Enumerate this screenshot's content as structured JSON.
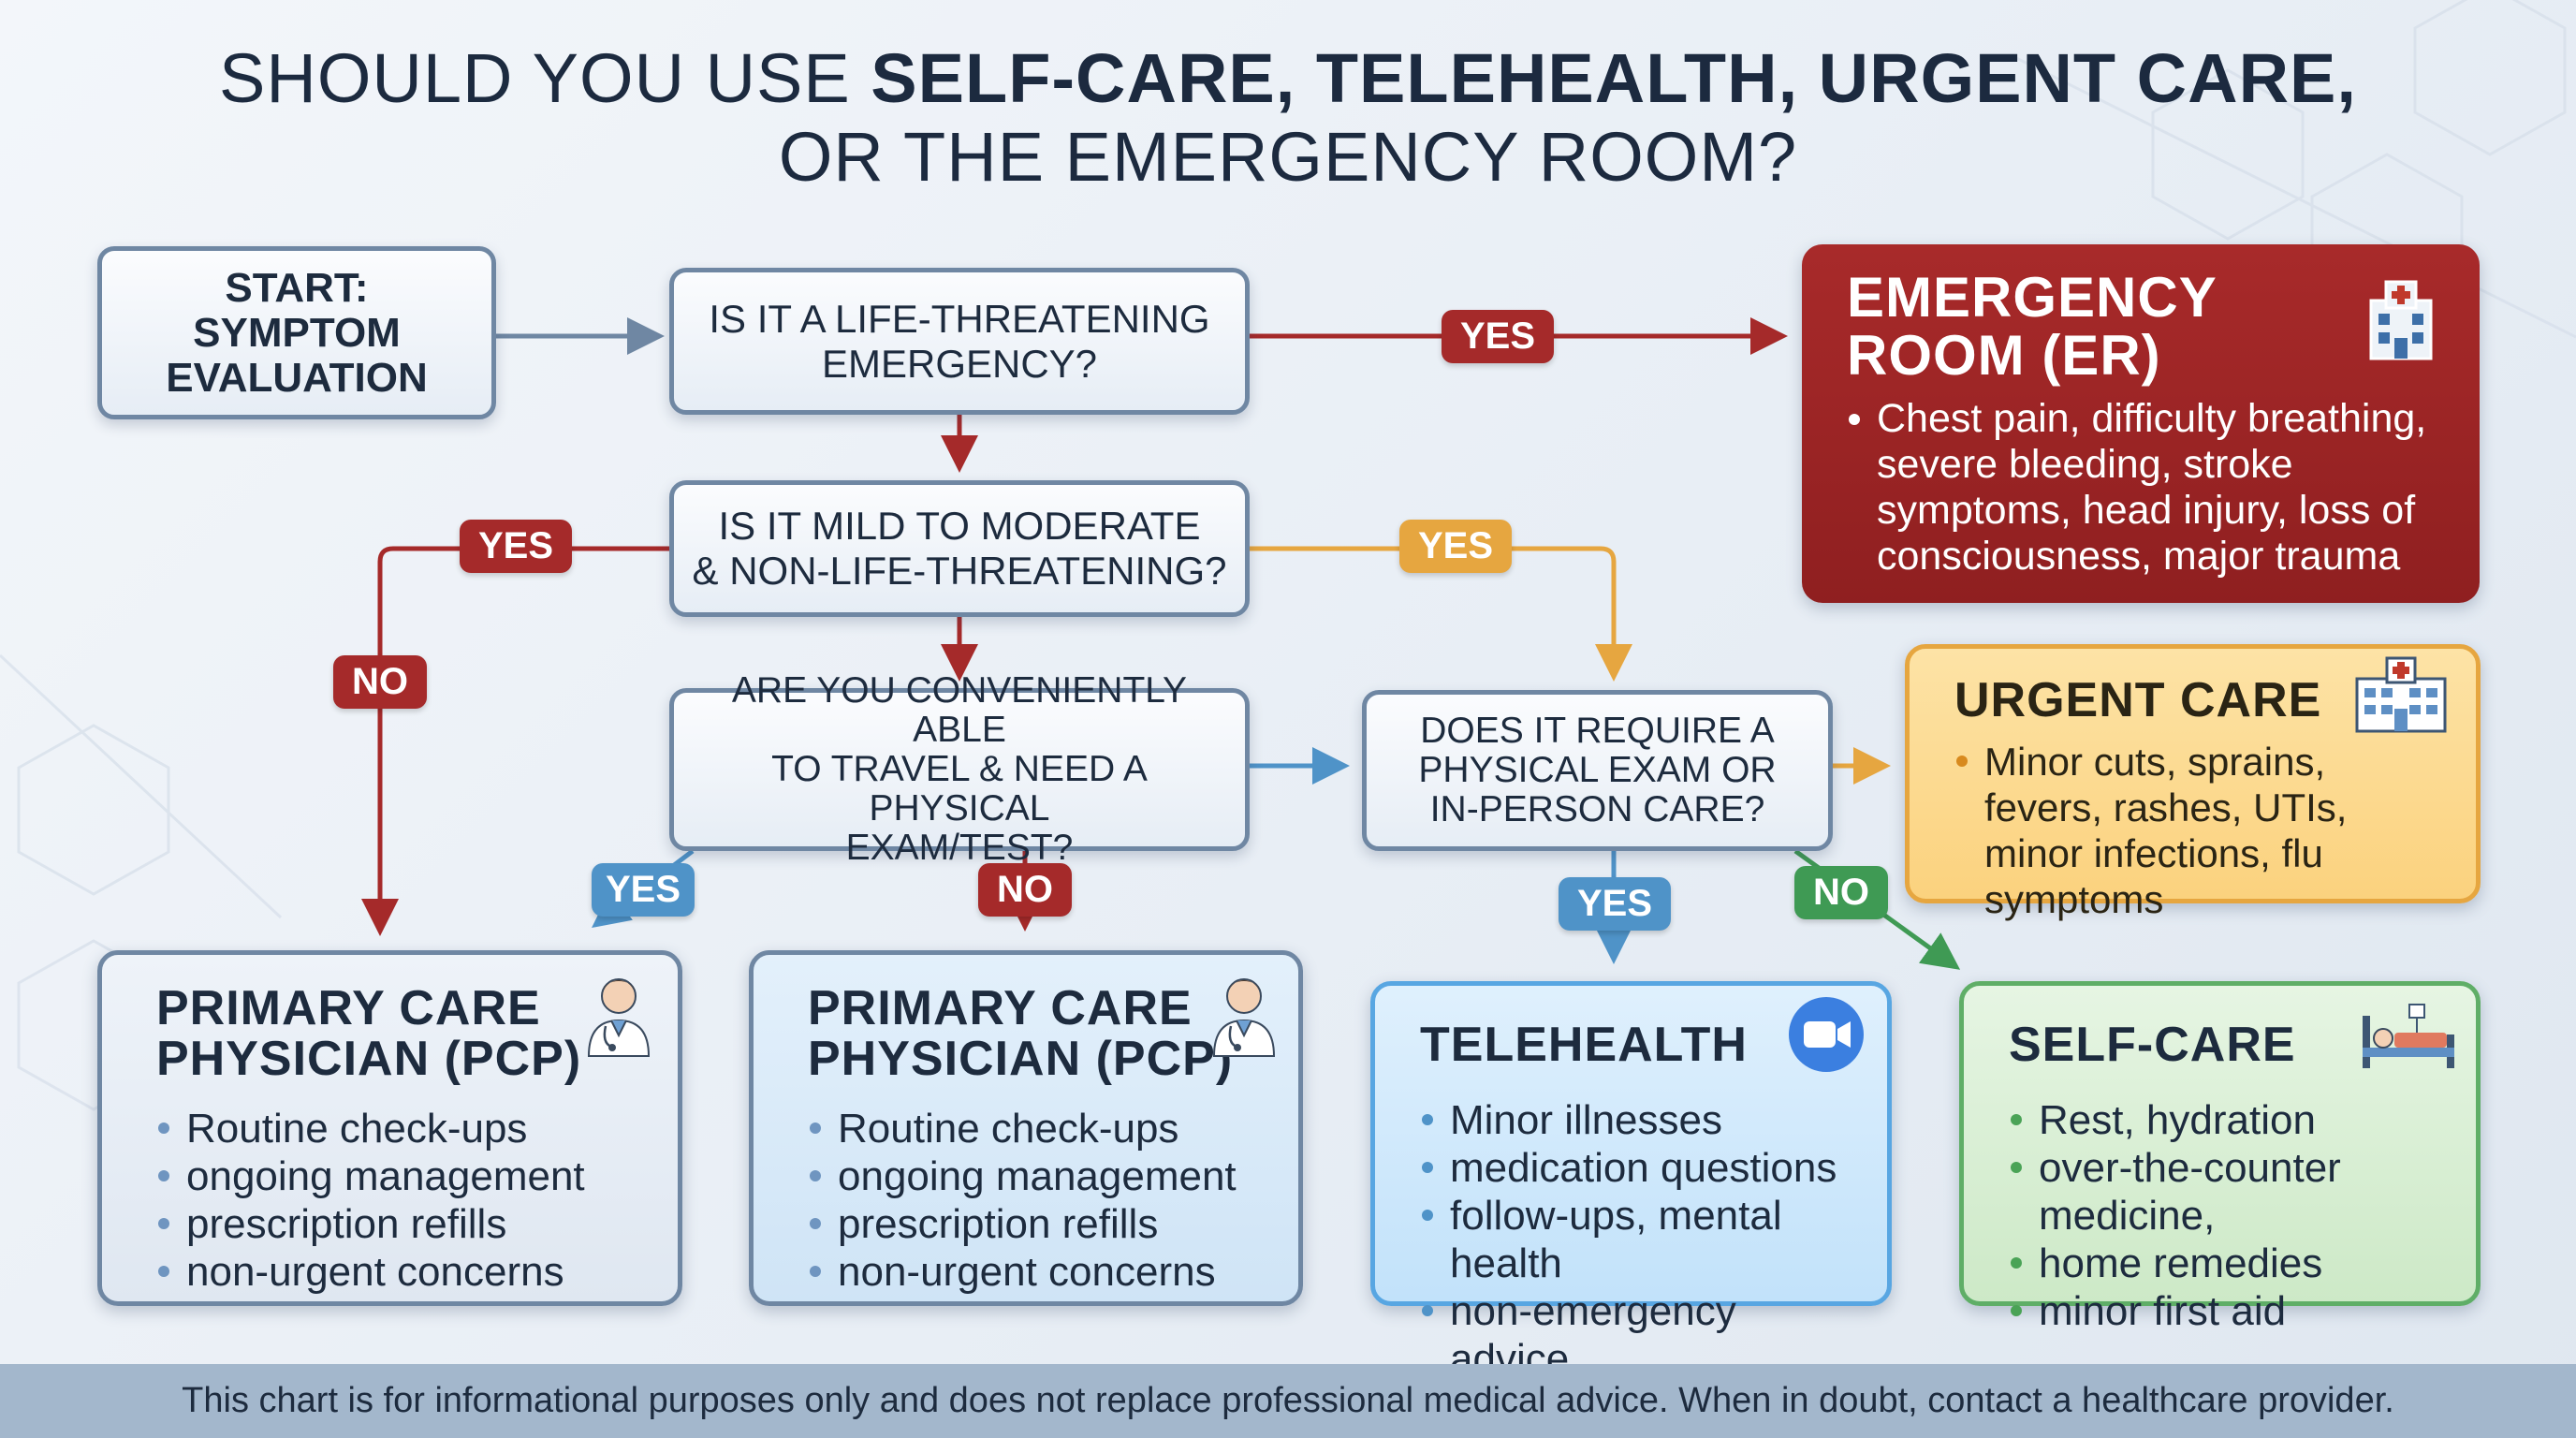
{
  "title": {
    "prefix": "SHOULD YOU USE ",
    "bold": "SELF-CARE, TELEHEALTH, URGENT CARE,",
    "line2": "OR THE EMERGENCY ROOM?"
  },
  "nodes": {
    "start": {
      "line1": "START:",
      "line2": "SYMPTOM",
      "line3": "EVALUATION"
    },
    "life_threatening": {
      "line1": "IS IT A LIFE-THREATENING",
      "line2": "EMERGENCY?"
    },
    "mild_moderate": {
      "line1": "IS IT MILD TO MODERATE",
      "line2": "& NON-LIFE-THREATENING?"
    },
    "travel": {
      "line1": "ARE YOU CONVENIENTLY ABLE",
      "line2": "TO TRAVEL & NEED A PHYSICAL",
      "line3": "EXAM/TEST?"
    },
    "physical_exam": {
      "line1": "DOES IT REQUIRE A",
      "line2": "PHYSICAL EXAM OR",
      "line3": "IN-PERSON CARE?"
    }
  },
  "edge_labels": {
    "er_yes": "YES",
    "mild_yes_left": "YES",
    "mild_yes_right": "YES",
    "left_no": "NO",
    "travel_yes": "YES",
    "travel_no": "NO",
    "exam_yes": "YES",
    "exam_no": "NO"
  },
  "destinations": {
    "er": {
      "title_line1": "EMERGENCY",
      "title_line2": "ROOM (ER)",
      "items": [
        "Chest pain, difficulty breathing, severe bleeding, stroke symptoms, head injury, loss of consciousness, major trauma"
      ]
    },
    "urgent_care": {
      "title": "URGENT CARE",
      "items": [
        "Minor cuts, sprains, fevers, rashes, UTIs, minor infections, flu symptoms"
      ]
    },
    "pcp_left": {
      "title_line1": "PRIMARY CARE",
      "title_line2": "PHYSICIAN (PCP)",
      "items": [
        "Routine check-ups",
        "ongoing management",
        "prescription refills",
        "non-urgent concerns"
      ]
    },
    "pcp_right": {
      "title_line1": "PRIMARY CARE",
      "title_line2": "PHYSICIAN (PCP)",
      "items": [
        "Routine check-ups",
        "ongoing management",
        "prescription refills",
        "non-urgent concerns"
      ]
    },
    "telehealth": {
      "title": "TELEHEALTH",
      "items": [
        "Minor illnesses",
        "medication questions",
        "follow-ups, mental health",
        "non-emergency advice"
      ]
    },
    "self_care": {
      "title": "SELF-CARE",
      "items": [
        "Rest, hydration",
        "over-the-counter medicine,",
        "home remedies",
        "minor first aid"
      ]
    }
  },
  "icons": {
    "er": "hospital-icon",
    "urgent_care": "clinic-icon",
    "pcp": "doctor-icon",
    "telehealth": "video-camera-icon",
    "self_care": "hospital-bed-icon"
  },
  "colors": {
    "er": "#a52a2a",
    "urgent": "#e6a640",
    "telehealth": "#4f93c8",
    "self_care": "#3f9a54",
    "question_border": "#6f87a3"
  },
  "footer": "This chart is for informational purposes only and does not replace professional medical advice. When in doubt, contact a healthcare provider."
}
